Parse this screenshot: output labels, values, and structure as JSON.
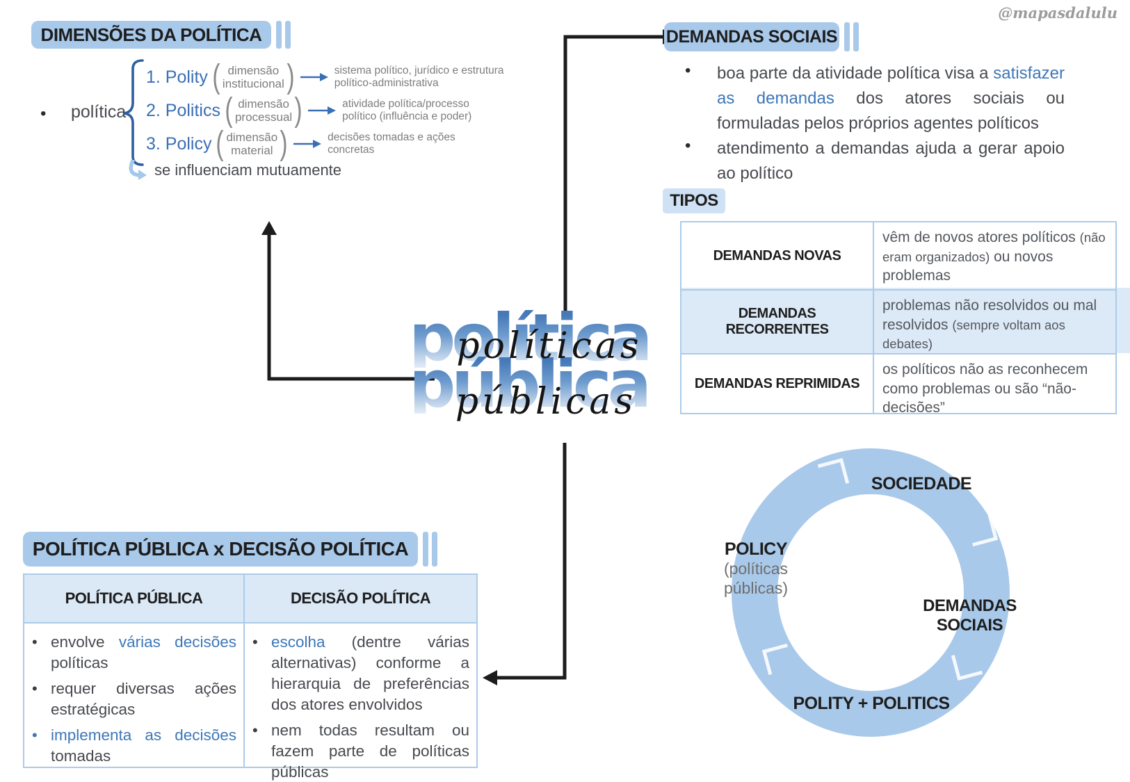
{
  "watermark": "@mapasdalulu",
  "colors": {
    "light_blue": "#a9c9ea",
    "row_blue": "#dce9f7",
    "border_blue": "#abcbe9",
    "text_blue": "#3d77b8",
    "dark_text": "#1d1d1d",
    "gray_text": "#7d7d7d"
  },
  "titulo": {
    "big1": "políticas",
    "big2": "públicas",
    "script1": "políticas",
    "script2": "públicas"
  },
  "dimensoes": {
    "header": "DIMENSÕES DA POLÍTICA",
    "bullet": "política",
    "items": [
      {
        "num_name": "1. Polity",
        "paren_open": "(",
        "paren_close": ")",
        "dim_top": "dimensão",
        "dim_bottom": "institucional",
        "desc": "sistema político, jurídico e estrutura político-administrativa"
      },
      {
        "num_name": "2. Politics",
        "paren_open": "(",
        "paren_close": ")",
        "dim_top": "dimensão",
        "dim_bottom": "processual",
        "desc": "atividade política/processo político (influência e poder)"
      },
      {
        "num_name": "3. Policy",
        "paren_open": "(",
        "paren_close": ")",
        "dim_top": "dimensão",
        "dim_bottom": "material",
        "desc": "decisões tomadas e ações concretas"
      }
    ],
    "footer": "se influenciam mutuamente"
  },
  "demandas": {
    "header": "DEMANDAS SOCIAIS",
    "bullet1_pre": "boa parte da atividade política visa a ",
    "bullet1_blue": "satisfazer as demandas",
    "bullet1_post": " dos atores sociais ou formuladas pelos próprios agentes políticos",
    "bullet2": "atendimento a demandas ajuda a gerar apoio ao político",
    "tipos_label": "TIPOS",
    "rows": [
      {
        "label": "DEMANDAS NOVAS",
        "pre": "vêm de novos atores políticos ",
        "small": "(não eram organizados)",
        "post": " ou novos problemas"
      },
      {
        "label": "DEMANDAS RECORRENTES",
        "pre": "problemas não resolvidos ou mal resolvidos ",
        "small": "(sempre voltam aos debates)",
        "post": ""
      },
      {
        "label": "DEMANDAS REPRIMIDAS",
        "pre": "os políticos não as reconhecem como problemas ou são “não-decisões”",
        "small": "",
        "post": ""
      }
    ]
  },
  "comparacao": {
    "header": "POLÍTICA PÚBLICA x DECISÃO POLÍTICA",
    "col1_title": "POLÍTICA PÚBLICA",
    "col1_items": [
      {
        "pre": "envolve ",
        "blue": "várias decisões",
        "post": " políticas"
      },
      {
        "pre": "requer diversas ações estratégicas",
        "blue": "",
        "post": ""
      },
      {
        "pre": "",
        "blue": "implementa as decisões",
        "post": " tomadas"
      }
    ],
    "col2_title": "DECISÃO POLÍTICA",
    "col2_items": [
      {
        "pre": "",
        "blue": "escolha",
        "post": " (dentre várias alternativas) conforme a hierarquia de preferências dos atores envolvidos"
      },
      {
        "pre": "nem todas resultam ou fazem parte de políticas públicas",
        "blue": "",
        "post": ""
      }
    ]
  },
  "ciclo": {
    "top": "SOCIEDADE",
    "left_title": "POLICY",
    "left_sub1": "(políticas",
    "left_sub2": "públicas)",
    "right_line1": "DEMANDAS",
    "right_line2": "SOCIAIS",
    "bottom": "POLITY + POLITICS"
  }
}
